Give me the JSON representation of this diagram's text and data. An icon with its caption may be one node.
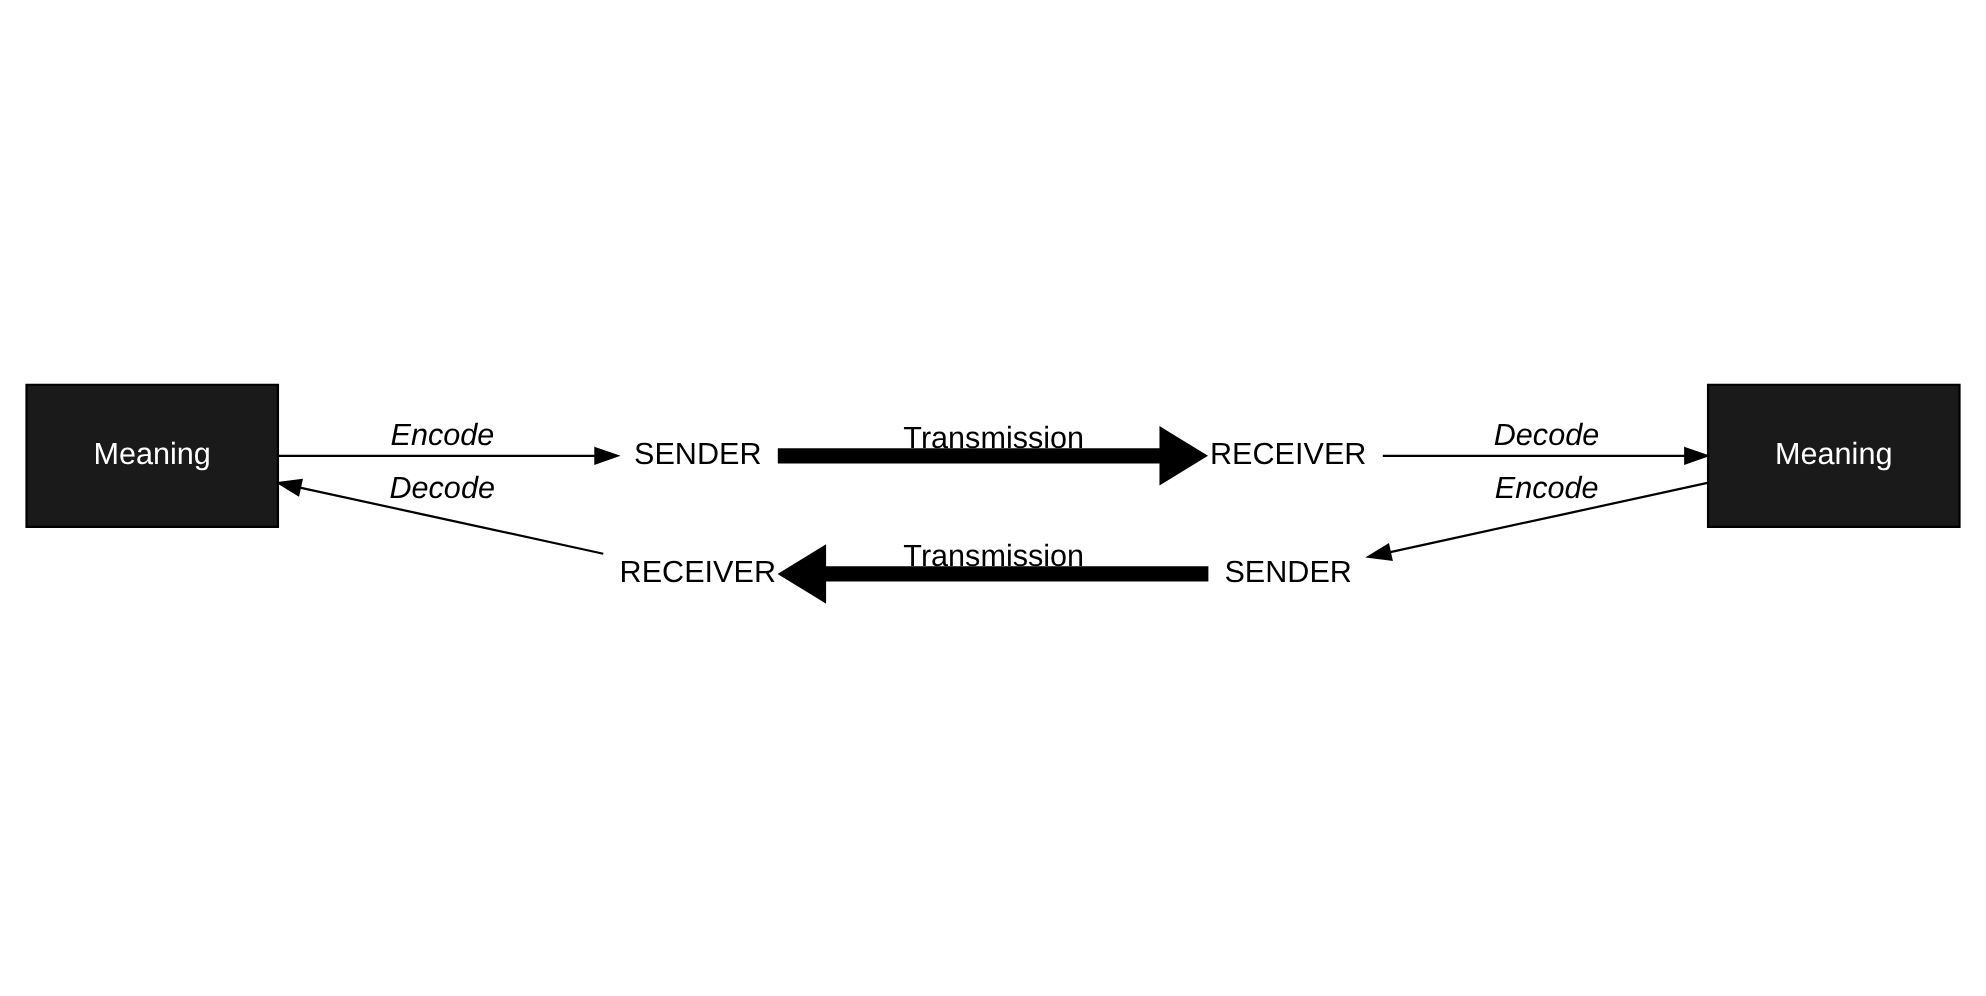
{
  "diagram": {
    "nodes": [
      {
        "text": [
          "Meaning"
        ]
      },
      {
        "text": [
          "SENDER"
        ]
      },
      {
        "text": [
          "RECEIVER"
        ]
      },
      {
        "text": [
          "RECEIVER"
        ]
      },
      {
        "text": [
          "SENDER"
        ]
      },
      {
        "text": [
          "Meaning"
        ]
      }
    ],
    "edges": [
      {
        "from": 0,
        "to": 1,
        "arrow": "to",
        "label": "Encode"
      },
      {
        "from": 2,
        "to": 0,
        "arrow": "to",
        "label": "Decode"
      },
      {
        "from": 1,
        "to": 3,
        "arrow": "to",
        "label": "Transmission",
        "style": "thick"
      },
      {
        "from": 3,
        "to": 5,
        "arrow": "to",
        "label": "Decode"
      },
      {
        "from": 5,
        "to": 4,
        "arrow": "to",
        "label": "Encode"
      },
      {
        "from": 4,
        "to": 2,
        "arrow": "to",
        "label": "Transmission",
        "style": "thick"
      }
    ]
  }
}
